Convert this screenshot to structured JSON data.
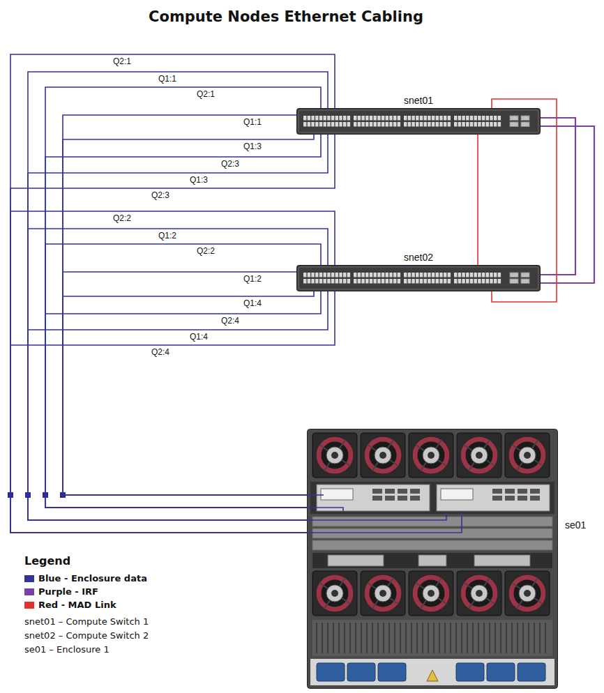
{
  "diagram": {
    "title": "Compute Nodes Ethernet Cabling",
    "nodes": [
      {
        "text": [
          "snet01"
        ]
      },
      {
        "text": [
          "snet02"
        ]
      },
      {
        "text": [
          "se01"
        ]
      }
    ],
    "edges": [
      {
        "from": 2,
        "to": 0,
        "arrow": "none",
        "label": "Q2:1"
      },
      {
        "from": 2,
        "to": 0,
        "arrow": "none",
        "label": "Q1:1"
      },
      {
        "from": 2,
        "to": 0,
        "arrow": "none",
        "label": "Q2:1"
      },
      {
        "from": 2,
        "to": 0,
        "arrow": "none",
        "label": "Q1:1"
      },
      {
        "from": 2,
        "to": 0,
        "arrow": "none",
        "label": "Q1:3"
      },
      {
        "from": 2,
        "to": 0,
        "arrow": "none",
        "label": "Q2:3"
      },
      {
        "from": 2,
        "to": 0,
        "arrow": "none",
        "label": "Q1:3"
      },
      {
        "from": 2,
        "to": 0,
        "arrow": "none",
        "label": "Q2:3"
      },
      {
        "from": 2,
        "to": 1,
        "arrow": "none",
        "label": "Q2:2"
      },
      {
        "from": 2,
        "to": 1,
        "arrow": "none",
        "label": "Q1:2"
      },
      {
        "from": 2,
        "to": 1,
        "arrow": "none",
        "label": "Q2:2"
      },
      {
        "from": 2,
        "to": 1,
        "arrow": "none",
        "label": "Q1:2"
      },
      {
        "from": 2,
        "to": 1,
        "arrow": "none",
        "label": "Q1:4"
      },
      {
        "from": 2,
        "to": 1,
        "arrow": "none",
        "label": "Q2:4"
      },
      {
        "from": 2,
        "to": 1,
        "arrow": "none",
        "label": "Q1:4"
      },
      {
        "from": 2,
        "to": 1,
        "arrow": "none",
        "label": "Q2:4"
      },
      {
        "from": 0,
        "to": 1,
        "arrow": "none"
      },
      {
        "from": 0,
        "to": 1,
        "arrow": "none"
      },
      {
        "from": 0,
        "to": 1,
        "arrow": "none"
      },
      {
        "from": 0,
        "to": 1,
        "arrow": "none"
      }
    ],
    "labels": [
      "Legend",
      "snet01 – Compute Switch 1",
      "snet02 – Compute Switch 2",
      "se01 – Enclosure 1"
    ],
    "legend": [
      {
        "text": "Blue - Enclosure data",
        "color": "#33339c"
      },
      {
        "text": "Purple - IRF",
        "color": "#7b3fa8"
      },
      {
        "text": "Red - MAD Link",
        "color": "#e53030"
      }
    ]
  }
}
